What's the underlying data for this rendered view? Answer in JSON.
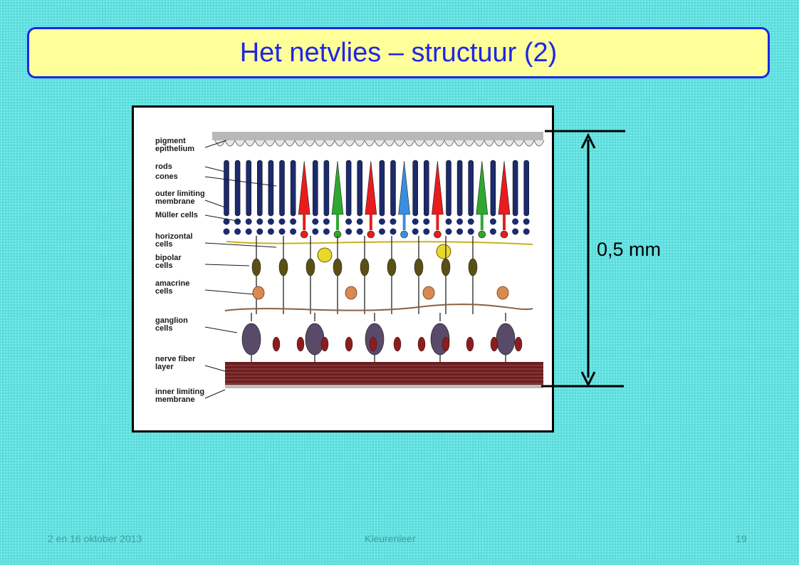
{
  "slide": {
    "title": "Het netvlies – structuur (2)",
    "measurement": "0,5 mm",
    "footer": {
      "date": "2 en 16 oktober 2013",
      "center": "Kleurenleer",
      "page": "19"
    }
  },
  "diagram": {
    "labels": [
      {
        "line1": "pigment",
        "line2": "epithelium"
      },
      {
        "line1": "rods",
        "line2": ""
      },
      {
        "line1": "cones",
        "line2": ""
      },
      {
        "line1": "outer limiting",
        "line2": "membrane"
      },
      {
        "line1": "Müller cells",
        "line2": ""
      },
      {
        "line1": "horizontal",
        "line2": "cells"
      },
      {
        "line1": "bipolar",
        "line2": "cells"
      },
      {
        "line1": "amacrine",
        "line2": "cells"
      },
      {
        "line1": "ganglion",
        "line2": "cells"
      },
      {
        "line1": "nerve fiber",
        "line2": "layer"
      },
      {
        "line1": "inner limiting",
        "line2": "membrane"
      }
    ],
    "colors": {
      "rod": "#1c2a6e",
      "cone_red": "#e81c1c",
      "cone_green": "#2fa82f",
      "cone_blue": "#3a8ee0",
      "bipolar": "#5a5014",
      "amacrine": "#d88a50",
      "ganglion": "#5a4a6a",
      "nerve_fiber": "#6b1f1f",
      "horizontal": "#e8d82a"
    }
  }
}
